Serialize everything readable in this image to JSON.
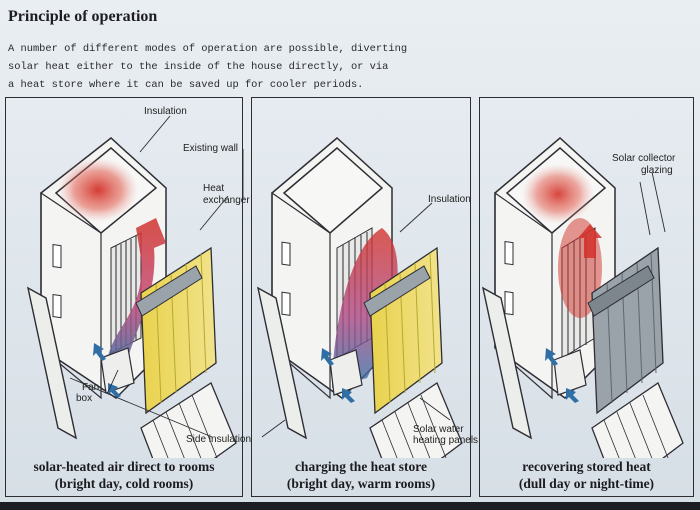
{
  "title": "Principle of operation",
  "intro": [
    "A number of different modes of operation are possible, diverting",
    "solar heat either to the inside of the house directly, or via",
    "a heat store where it can be saved up for cooler periods."
  ],
  "labels": {
    "insulation_top": "Insulation",
    "existing_wall": "Existing wall",
    "heat_exchanger_1": "Heat",
    "heat_exchanger_2": "exchanger",
    "insulation_mid": "Insulation",
    "fan_box_1": "Fan",
    "fan_box_2": "box",
    "side_insulation": "Side insulation",
    "solar_water_1": "Solar water",
    "solar_water_2": "heating panels",
    "solar_collector_1": "Solar collector",
    "solar_collector_2": "glazing"
  },
  "panels": [
    {
      "caption_line1": "solar-heated air direct to rooms",
      "caption_line2": "(bright day, cold rooms)"
    },
    {
      "caption_line1": "charging the heat store",
      "caption_line2": "(bright day, warm rooms)"
    },
    {
      "caption_line1": "recovering stored heat",
      "caption_line2": "(dull day or night-time)"
    }
  ],
  "colors": {
    "hot": "#d2322a",
    "cool": "#2f6fa6",
    "panel_yellow": "#e6d45a",
    "panel_grey": "#9aa3aa",
    "ink": "#2d2d33"
  }
}
